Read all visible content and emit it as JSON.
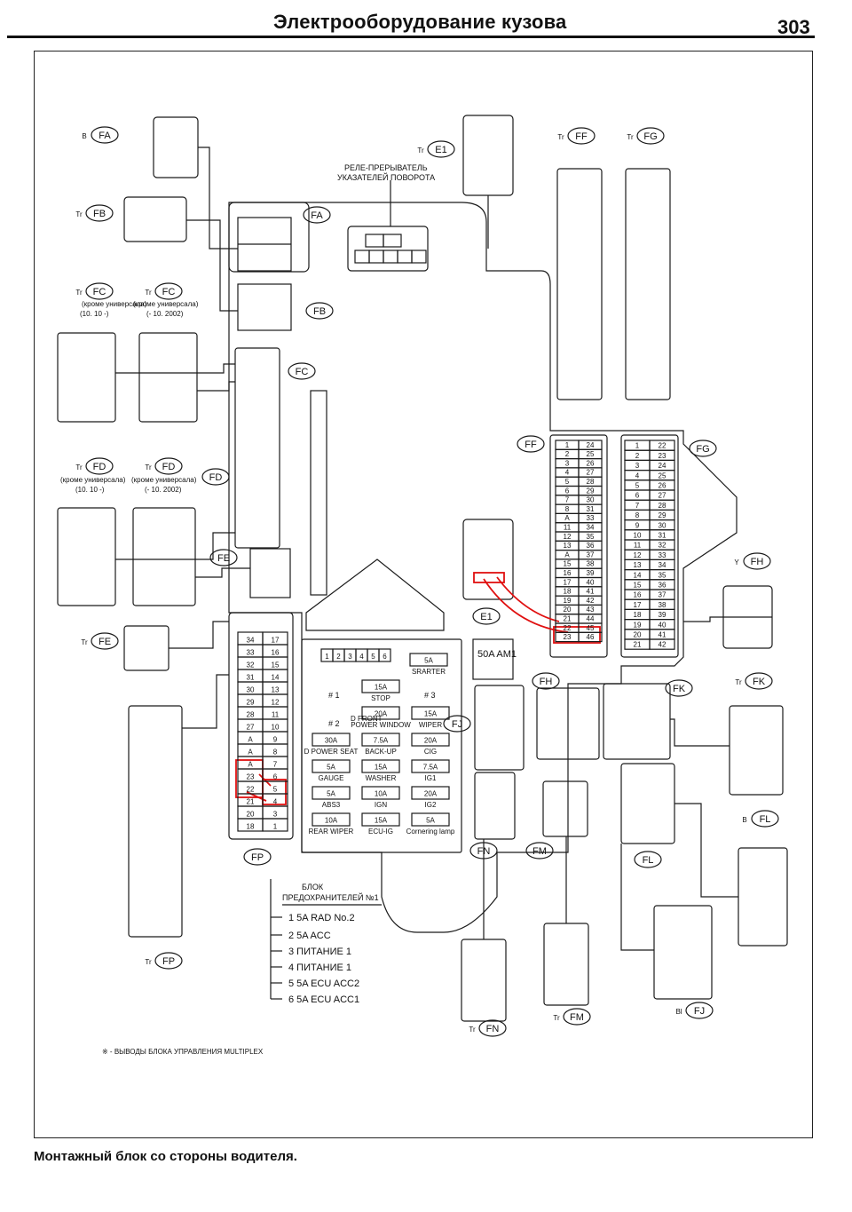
{
  "header": {
    "title": "Электрооборудование кузова",
    "page_number": "303"
  },
  "caption": "Монтажный блок со стороны водителя.",
  "footnote": "※ - ВЫВОДЫ БЛОКА УПРАВЛЕНИЯ MULTIPLEX",
  "relay_label": {
    "line1": "РЕЛЕ-ПРЕРЫВАТЕЛЬ",
    "line2": "УКАЗАТЕЛЕЙ ПОВОРОТА"
  },
  "connector_variants": {
    "fc_left": "(кроме универсала)",
    "fc_left_date": "(10. 10 -)",
    "fc_right": "(кроме универсала)",
    "fc_right_date": "(- 10. 2002)",
    "fd_left": "(кроме универсала)",
    "fd_left_date": "(10. 10 -)",
    "fd_right": "(кроме универсала)",
    "fd_right_date": "(- 10. 2002)"
  },
  "connectors": {
    "FA": "FA",
    "FB": "FB",
    "FC": "FC",
    "FD": "FD",
    "FE": "FE",
    "FF": "FF",
    "FG": "FG",
    "FH": "FH",
    "FJ": "FJ",
    "FK": "FK",
    "FL": "FL",
    "FM": "FM",
    "FN": "FN",
    "FP": "FP",
    "E1": "E1",
    "tr": "Tr",
    "b": "B",
    "y": "Y",
    "bl": "Bl"
  },
  "fuses": [
    {
      "rating": "5A",
      "name": "SRARTER"
    },
    {
      "rating": "15A",
      "name": "STOP"
    },
    {
      "rating": "20A",
      "name": "POWER WINDOW"
    },
    {
      "rating": "7.5A",
      "name": "BACK-UP"
    },
    {
      "rating": "15A",
      "name": "WASHER"
    },
    {
      "rating": "10A",
      "name": "IGN"
    },
    {
      "rating": "15A",
      "name": "ECU-IG"
    },
    {
      "rating": "15A",
      "name": "WIPER"
    },
    {
      "rating": "20A",
      "name": "CIG"
    },
    {
      "rating": "7.5A",
      "name": "IG1"
    },
    {
      "rating": "20A",
      "name": "IG2"
    },
    {
      "rating": "5A",
      "name": "Cornering lamp"
    },
    {
      "rating": "30A",
      "name": "D POWER SEAT"
    },
    {
      "rating": "5A",
      "name": "GAUGE"
    },
    {
      "rating": "5A",
      "name": "ABS3"
    },
    {
      "rating": "10A",
      "name": "REAR WIPER"
    }
  ],
  "fuse_extra": {
    "front": "D FRONT",
    "hash1": "# 1",
    "hash2": "# 2",
    "hash3": "# 3",
    "am1": "50A AM1"
  },
  "fuse_block": {
    "title_line1": "БЛОК",
    "title_line2": "ПРЕДОХРАНИТЕЛЕЙ №1",
    "items": [
      {
        "num": "1",
        "text": "5A RAD No.2"
      },
      {
        "num": "2",
        "text": "5A ACC"
      },
      {
        "num": "3",
        "text": "ПИТАНИЕ 1"
      },
      {
        "num": "4",
        "text": "ПИТАНИЕ 1"
      },
      {
        "num": "5",
        "text": "5A ECU ACC2"
      },
      {
        "num": "6",
        "text": "5A ECU ACC1"
      }
    ]
  },
  "fp_pins": [
    [
      "34",
      "17"
    ],
    [
      "33",
      "16"
    ],
    [
      "32",
      "15"
    ],
    [
      "31",
      "14"
    ],
    [
      "30",
      "13"
    ],
    [
      "29",
      "12"
    ],
    [
      "28",
      "11"
    ],
    [
      "27",
      "10"
    ],
    [
      "A",
      "9"
    ],
    [
      "A",
      "8"
    ],
    [
      "A",
      "7"
    ],
    [
      "23",
      "6"
    ],
    [
      "22",
      "5"
    ],
    [
      "21",
      "4"
    ],
    [
      "20",
      "3"
    ],
    [
      "18",
      "1"
    ]
  ],
  "ff_pins": [
    [
      "1",
      "24"
    ],
    [
      "2",
      "25"
    ],
    [
      "3",
      "26"
    ],
    [
      "4",
      "27"
    ],
    [
      "5",
      "28"
    ],
    [
      "6",
      "29"
    ],
    [
      "7",
      "30"
    ],
    [
      "8",
      "31"
    ],
    [
      "A",
      "33"
    ],
    [
      "11",
      "34"
    ],
    [
      "12",
      "35"
    ],
    [
      "13",
      "36"
    ],
    [
      "A",
      "37"
    ],
    [
      "15",
      "38"
    ],
    [
      "16",
      "39"
    ],
    [
      "17",
      "40"
    ],
    [
      "18",
      "41"
    ],
    [
      "19",
      "42"
    ],
    [
      "20",
      "43"
    ],
    [
      "21",
      "44"
    ],
    [
      "22",
      "45"
    ],
    [
      "23",
      "46"
    ]
  ],
  "fg_pins": [
    [
      "1",
      "22"
    ],
    [
      "2",
      "23"
    ],
    [
      "3",
      "24"
    ],
    [
      "4",
      "25"
    ],
    [
      "5",
      "26"
    ],
    [
      "6",
      "27"
    ],
    [
      "7",
      "28"
    ],
    [
      "8",
      "29"
    ],
    [
      "9",
      "30"
    ],
    [
      "10",
      "31"
    ],
    [
      "11",
      "32"
    ],
    [
      "12",
      "33"
    ],
    [
      "13",
      "34"
    ],
    [
      "14",
      "35"
    ],
    [
      "15",
      "36"
    ],
    [
      "16",
      "37"
    ],
    [
      "17",
      "38"
    ],
    [
      "18",
      "39"
    ],
    [
      "19",
      "40"
    ],
    [
      "20",
      "41"
    ],
    [
      "21",
      "42"
    ]
  ],
  "colors": {
    "highlight": "#e01010",
    "ink": "#1a1a1a"
  }
}
